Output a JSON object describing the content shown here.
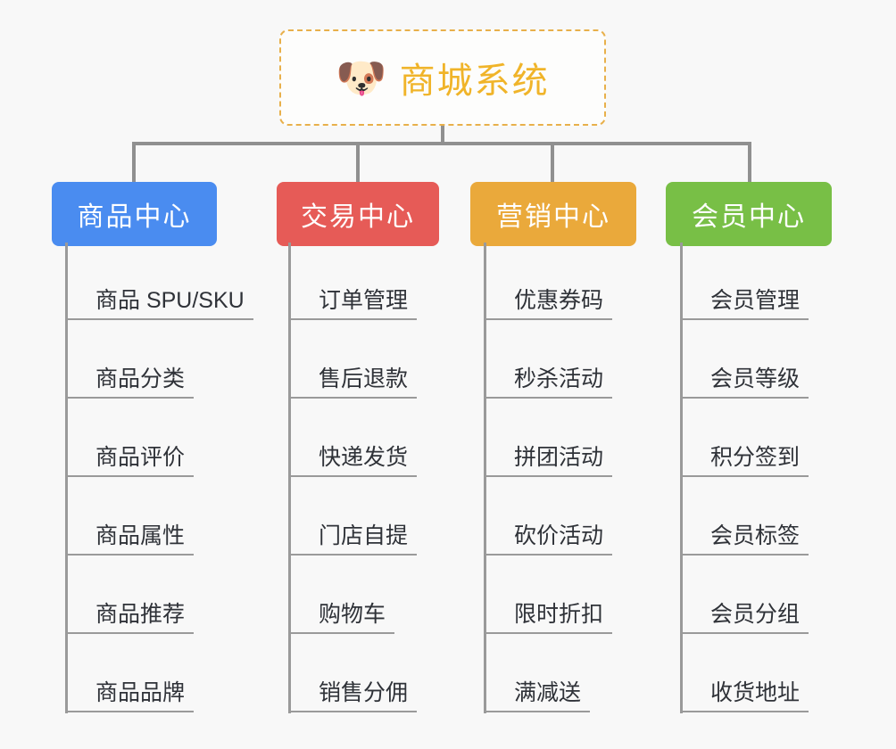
{
  "diagram": {
    "title": "商城系统",
    "root": {
      "icon": "shiba-dog-icon",
      "emoji": "🐶",
      "label": "商城系统",
      "text_color": "#f0b429",
      "border_color": "#e8b04b"
    },
    "branches": [
      {
        "label": "商品中心",
        "color": "#4a8cf0",
        "items": [
          "商品 SPU/SKU",
          "商品分类",
          "商品评价",
          "商品属性",
          "商品推荐",
          "商品品牌"
        ]
      },
      {
        "label": "交易中心",
        "color": "#e65b57",
        "items": [
          "订单管理",
          "售后退款",
          "快递发货",
          "门店自提",
          "购物车",
          "销售分佣"
        ]
      },
      {
        "label": "营销中心",
        "color": "#eaa93b",
        "items": [
          "优惠券码",
          "秒杀活动",
          "拼团活动",
          "砍价活动",
          "限时折扣",
          "满减送"
        ]
      },
      {
        "label": "会员中心",
        "color": "#78bf46",
        "items": [
          "会员管理",
          "会员等级",
          "积分签到",
          "会员标签",
          "会员分组",
          "收货地址"
        ]
      }
    ],
    "connector_color": "#909090",
    "background_color": "#f8f8f8"
  }
}
